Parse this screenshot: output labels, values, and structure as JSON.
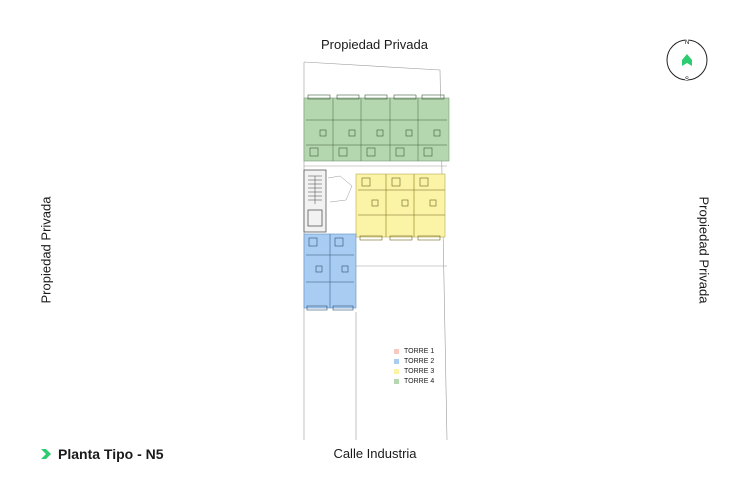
{
  "labels": {
    "top": "Propiedad Privada",
    "left": "Propiedad Privada",
    "right": "Propiedad Privada",
    "bottom": "Calle Industria"
  },
  "title": "Planta Tipo - N5",
  "compass": {
    "north": "N",
    "south": "S",
    "accent": "#2ecc71"
  },
  "legend": [
    {
      "label": "TORRE 1",
      "color": "#f7c9c0"
    },
    {
      "label": "TORRE 2",
      "color": "#a9cdf2"
    },
    {
      "label": "TORRE 3",
      "color": "#fbf3a6"
    },
    {
      "label": "TORRE 4",
      "color": "#b5d7b0"
    }
  ],
  "colors": {
    "torre2": "#a9cdf2",
    "torre3": "#fbf3a6",
    "torre4": "#b5d7b0",
    "line": "#9a9a9a",
    "accent": "#2ecc71"
  }
}
